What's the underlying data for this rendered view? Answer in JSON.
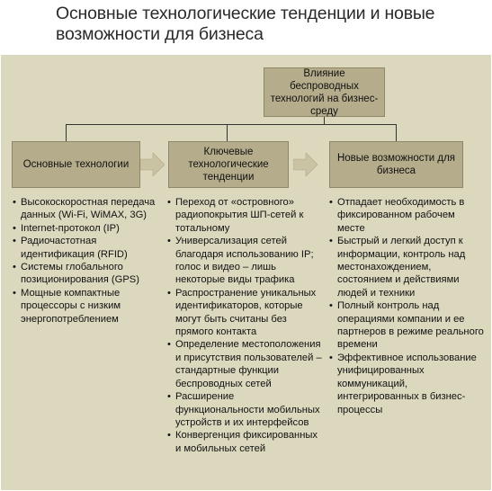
{
  "title": "Основные технологические тенденции и новые возможности для бизнеса",
  "top_box": "Влияние беспроводных технологий на бизнес-среду",
  "columns": [
    {
      "header": "Основные технологии",
      "items": [
        "Высокоскоростная передача данных (Wi-Fi, WiMAX, 3G)",
        "Internet-протокол (IP)",
        "Радиочастотная идентификация (RFID)",
        "Системы глобального позиционирования (GPS)",
        "Мощные компактные процессоры с низким энергопотреблением"
      ]
    },
    {
      "header": "Ключевые технологические тенденции",
      "items": [
        "Переход от «островного» радиопокрытия ШП-сетей к тотальному",
        "Универсализация сетей благодаря использованию IP; голос и видео – лишь некоторые виды трафика",
        "Распространение уникальных идентификаторов, которые могут быть считаны без прямого контакта",
        "Определение местоположения и присутствия пользователей – стандартные функции беспроводных сетей",
        "Расширение функциональности мобильных устройств и их интерфейсов",
        "Конвергенция фиксированных и мобильных сетей"
      ]
    },
    {
      "header": "Новые возможности для бизнеса",
      "items": [
        "Отпадает необходимость в фиксированном рабочем месте",
        "Быстрый и легкий доступ к информации, контроль над местонахождением, состоянием и действиями людей и техники",
        "Полный контроль над операциями компании и ее партнеров в режиме реального времени",
        "Эффективное использование унифицированных коммуникаций, интегрированных в бизнес-процессы"
      ]
    }
  ],
  "colors": {
    "panel": "#dcd8be",
    "box": "#b4ac8a",
    "arrow": "#c9c3a4"
  }
}
